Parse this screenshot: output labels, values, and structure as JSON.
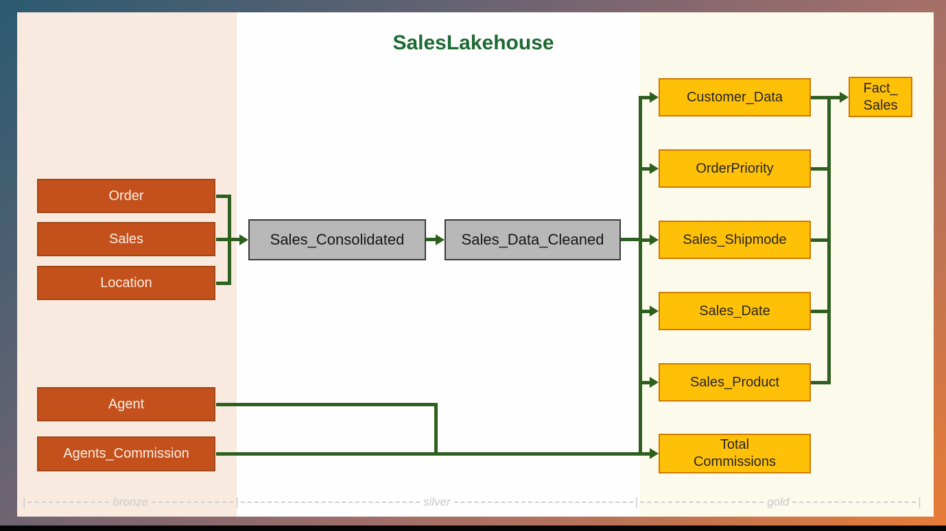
{
  "title": "SalesLakehouse",
  "zone_labels": {
    "bronze": "bronze",
    "silver": "silver",
    "gold": "gold",
    "divider": "|"
  },
  "nodes": {
    "bronze": [
      {
        "label": "Order"
      },
      {
        "label": "Sales"
      },
      {
        "label": "Location"
      },
      {
        "label": "Agent"
      },
      {
        "label": "Agents_Commission"
      }
    ],
    "silver": [
      {
        "label": "Sales_Consolidated"
      },
      {
        "label": "Sales_Data_Cleaned"
      }
    ],
    "gold": [
      {
        "label": "Customer_Data"
      },
      {
        "label": "OrderPriority"
      },
      {
        "label": "Sales_Shipmode"
      },
      {
        "label": "Sales_Date"
      },
      {
        "label": "Sales_Product"
      }
    ],
    "total_commissions": {
      "line1": "Total",
      "line2": "Commissions"
    },
    "fact_sales": {
      "line1": "Fact_",
      "line2": "Sales"
    }
  },
  "edges": [
    {
      "from": "Order",
      "to": "Sales_Consolidated"
    },
    {
      "from": "Sales",
      "to": "Sales_Consolidated"
    },
    {
      "from": "Location",
      "to": "Sales_Consolidated"
    },
    {
      "from": "Sales_Consolidated",
      "to": "Sales_Data_Cleaned"
    },
    {
      "from": "Sales_Data_Cleaned",
      "to": "Customer_Data"
    },
    {
      "from": "Sales_Data_Cleaned",
      "to": "OrderPriority"
    },
    {
      "from": "Sales_Data_Cleaned",
      "to": "Sales_Shipmode"
    },
    {
      "from": "Sales_Data_Cleaned",
      "to": "Sales_Date"
    },
    {
      "from": "Sales_Data_Cleaned",
      "to": "Sales_Product"
    },
    {
      "from": "Customer_Data",
      "to": "Fact_Sales"
    },
    {
      "from": "OrderPriority",
      "to": "Fact_Sales"
    },
    {
      "from": "Sales_Shipmode",
      "to": "Fact_Sales"
    },
    {
      "from": "Sales_Date",
      "to": "Fact_Sales"
    },
    {
      "from": "Sales_Product",
      "to": "Fact_Sales"
    },
    {
      "from": "Agent",
      "to": "Total Commissions"
    },
    {
      "from": "Agents_Commission",
      "to": "Total Commissions"
    }
  ],
  "colors": {
    "bronze_node_fill": "#C4511C",
    "bronze_node_border": "#A04615",
    "silver_node_fill": "#B8B8B8",
    "silver_node_border": "#3A3A3A",
    "gold_node_fill": "#FFC008",
    "gold_node_border": "#CF7A00",
    "connector_green": "#2D5F1E",
    "title_green": "#1C6932",
    "bronze_zone_bg": "#F9EAE0",
    "silver_zone_bg": "#FEFEFE",
    "gold_zone_bg": "#FBFAEB",
    "frame_top_left": "#2B5A70",
    "frame_bottom_right": "#E87C36",
    "zone_label_gray": "#C9C9C9"
  }
}
